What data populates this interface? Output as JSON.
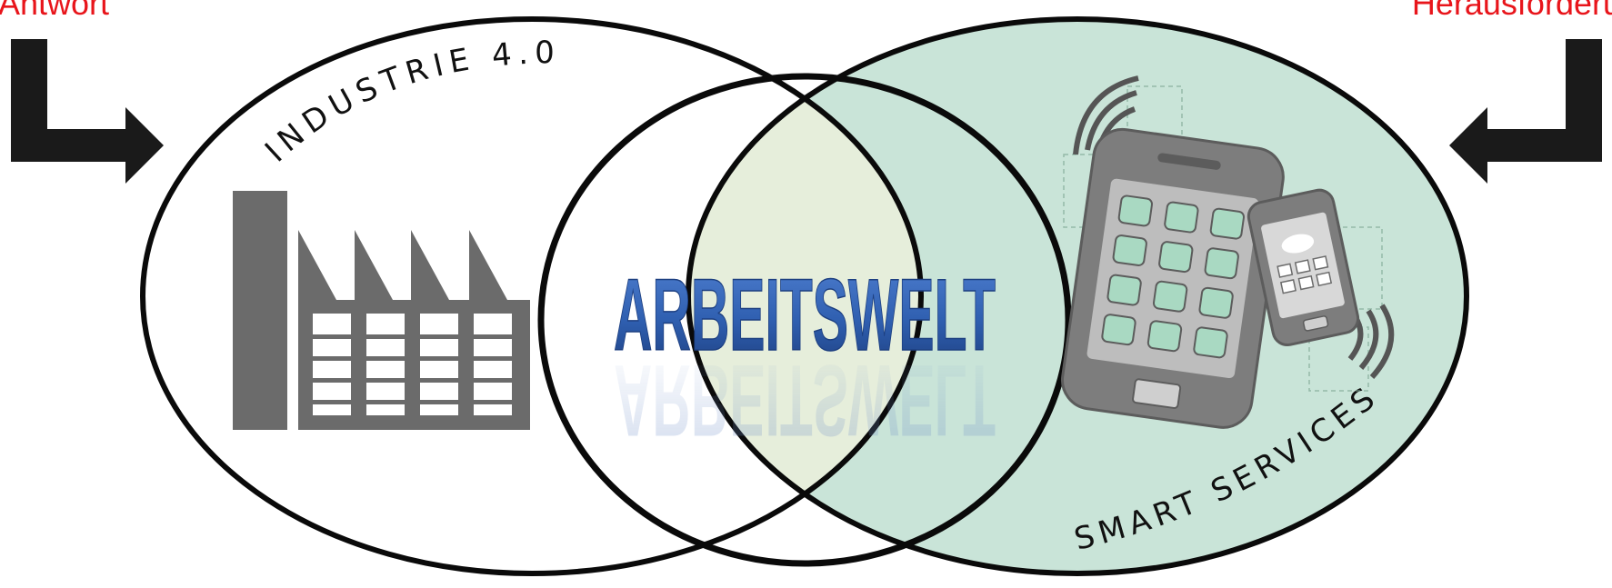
{
  "labels": {
    "left": "Antwort",
    "right": "Herausforderu"
  },
  "circles": {
    "left": "INDUSTRIE 4.0",
    "right": "SMART SERVICES",
    "center": "ARBEITSWELT"
  },
  "colors": {
    "label_red": "#e8151b",
    "right_fill": "#c9e4d8",
    "center_fill": "#e6eedb",
    "title_blue": "#2f5fb0",
    "outline": "#0a0a0a",
    "arrow": "#1a1a1a",
    "factory_gray": "#6b6b6b"
  },
  "icons": [
    "factory-icon",
    "tablet-icon",
    "smartphone-icon",
    "wifi-signal-icon",
    "arrow-down-right-icon",
    "arrow-down-left-icon"
  ]
}
